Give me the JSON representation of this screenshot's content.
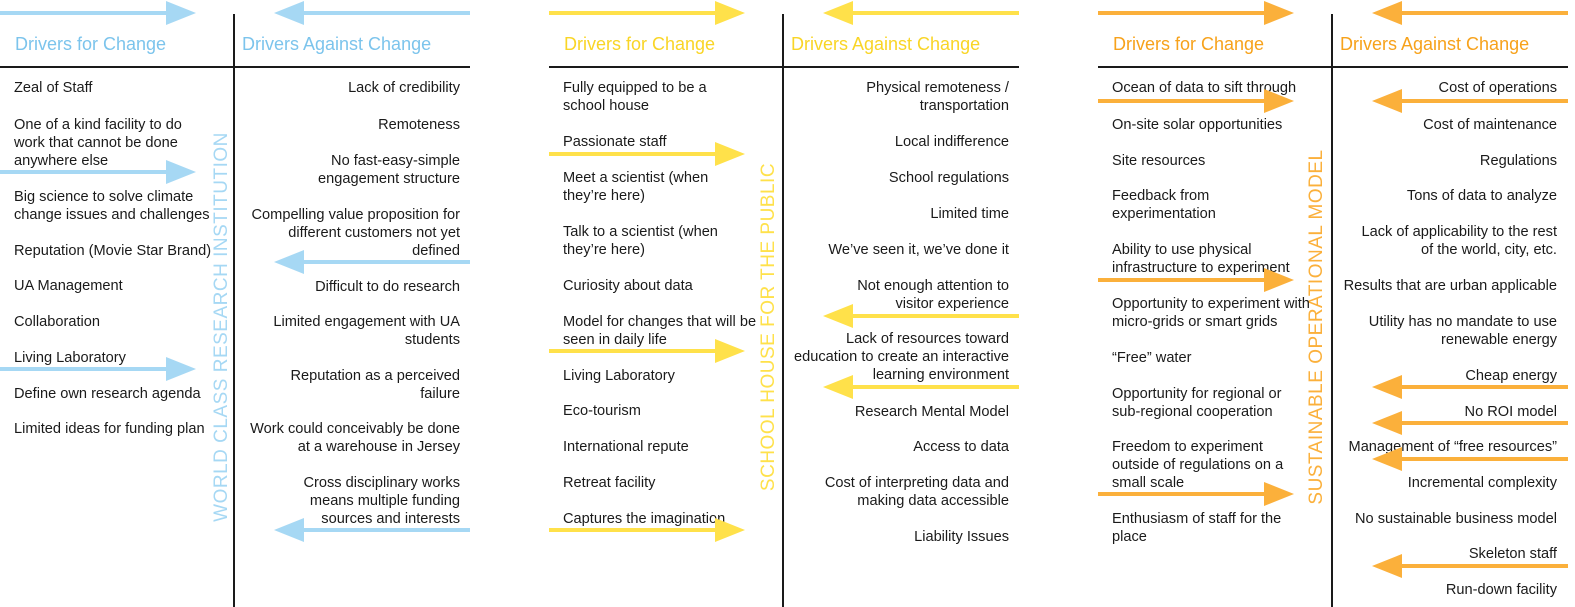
{
  "panels": [
    {
      "vertical_title": "WORLD CLASS RESEARCH INSTITUTION",
      "color": "#A6D8F4",
      "header_color": "#7CC4EC",
      "for_header": "Drivers for Change",
      "against_header": "Drivers Against Change",
      "for_items": [
        "Zeal of Staff",
        "One of a kind facility to do work that cannot be done anywhere else",
        "Big science to solve climate change issues and challenges",
        "Reputation (Movie Star Brand)",
        "UA Management",
        "Collaboration",
        "Living Laboratory",
        "Define own research agenda",
        "Limited ideas for funding plan"
      ],
      "against_items": [
        "Lack of credibility",
        "Remoteness",
        "No fast-easy-simple engagement structure",
        "Compelling value proposition for different customers not yet defined",
        "Difficult to do research",
        "Limited engagement with UA students",
        "Reputation as a perceived failure",
        "Work could conceivably be done at a warehouse in Jersey",
        "Cross disciplinary works means multiple funding sources and interests"
      ]
    },
    {
      "vertical_title": "SCHOOL HOUSE FOR THE PUBLIC",
      "color": "#FFE14A",
      "header_color": "#F9D526",
      "for_header": "Drivers for Change",
      "against_header": "Drivers Against Change",
      "for_items": [
        "Fully equipped to be a school house",
        "Passionate staff",
        "Meet a scientist (when they’re here)",
        "Talk to a scientist (when they’re here)",
        "Curiosity about data",
        "Model for changes that will be seen in daily life",
        "Living Laboratory",
        "Eco-tourism",
        "International repute",
        "Retreat facility",
        "Captures the imagination"
      ],
      "against_items": [
        "Physical remoteness / transportation",
        "Local indifference",
        "School regulations",
        "Limited time",
        "We’ve seen it, we’ve done it",
        "Not enough attention to visitor experience",
        "Lack of resources toward education to create an interactive learning environment",
        "Research Mental Model",
        "Access to data",
        "Cost of interpreting data and making data accessible",
        "Liability Issues"
      ]
    },
    {
      "vertical_title": "SUSTAINABLE OPERATIONAL MODEL",
      "color": "#FBB03B",
      "header_color": "#F7A21B",
      "for_header": "Drivers for Change",
      "against_header": "Drivers Against Change",
      "for_items": [
        "Ocean of data to sift through",
        "On-site solar opportunities",
        "Site resources",
        "Feedback from experimentation",
        "Ability to use physical infrastructure to experiment",
        "Opportunity to experiment with micro-grids or smart grids",
        "“Free” water",
        "Opportunity for regional or sub-regional cooperation",
        "Freedom to experiment outside of regulations on a small scale",
        "Enthusiasm of staff for the place"
      ],
      "against_items": [
        "Cost of operations",
        "Cost of maintenance",
        "Regulations",
        "Tons of data to analyze",
        "Lack of applicability to the rest of the world, city, etc.",
        "Results that are urban applicable",
        "Utility has no mandate to use renewable energy",
        "Cheap energy",
        "No ROI model",
        "Management of “free resources”",
        "Incremental complexity",
        "No sustainable business model",
        "Skeleton staff",
        "Run-down facility"
      ]
    }
  ]
}
